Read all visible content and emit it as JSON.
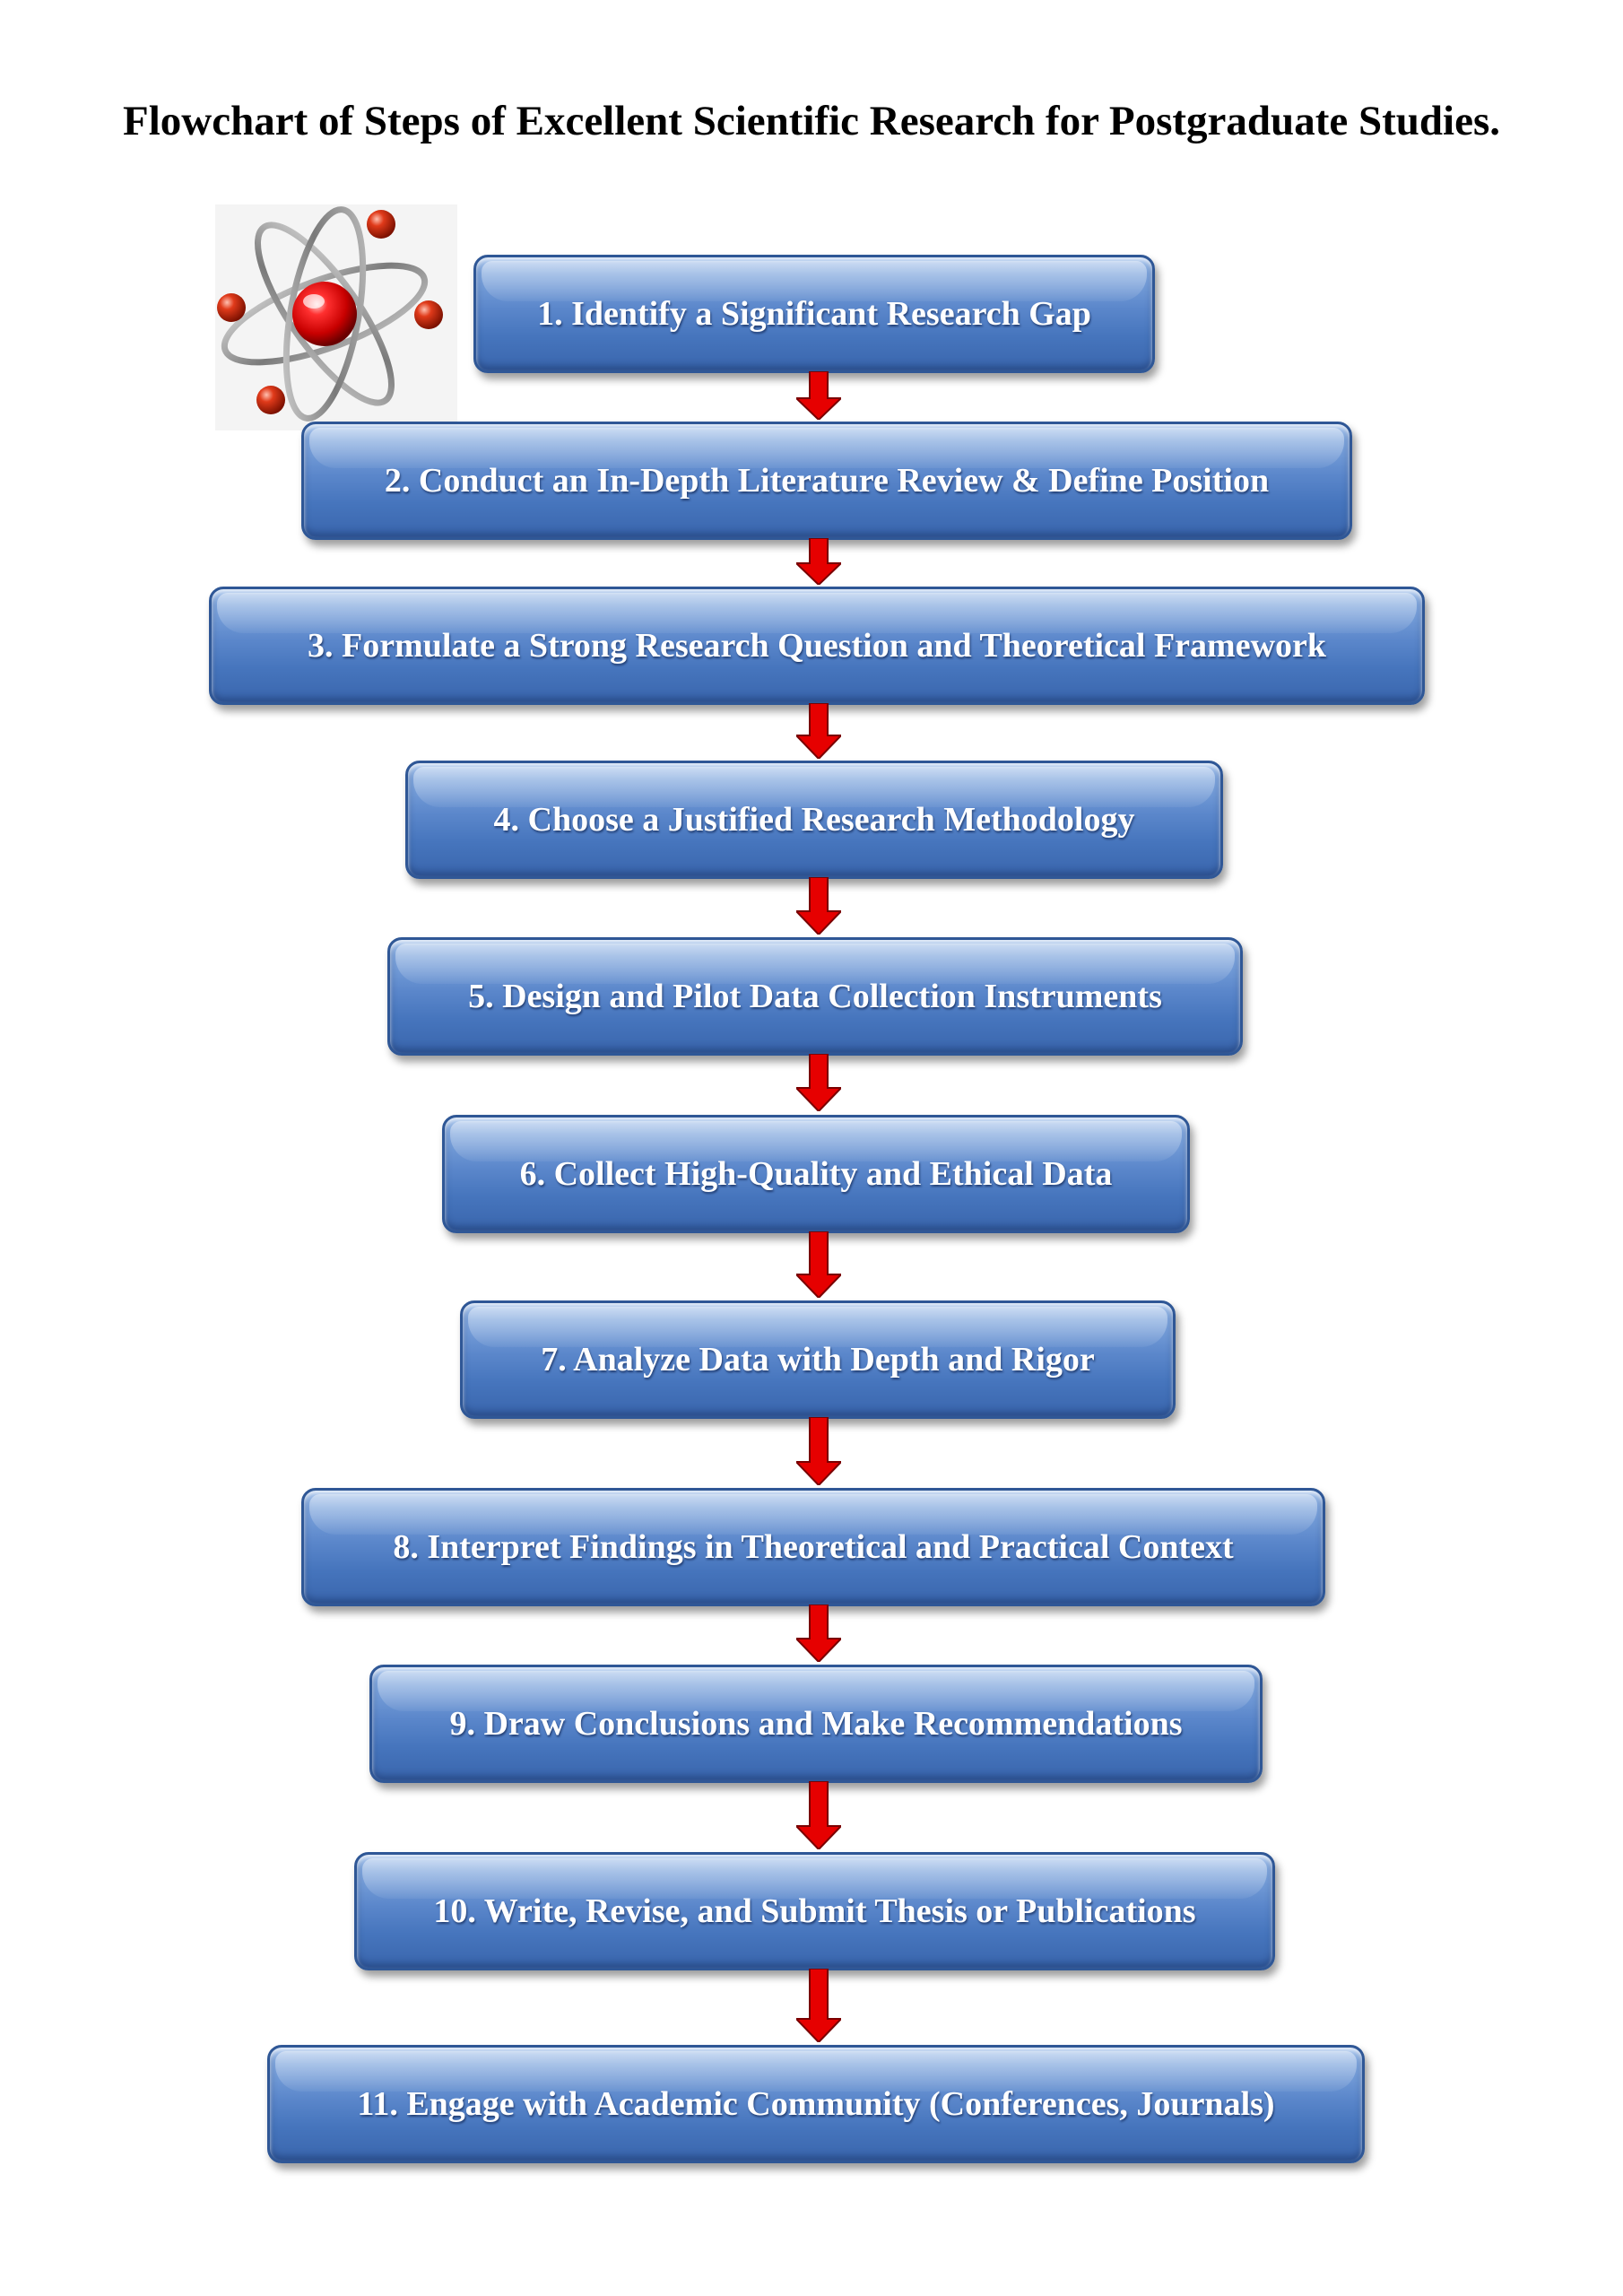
{
  "title": "Flowchart of Steps of Excellent Scientific Research for Postgraduate Studies.",
  "colors": {
    "box_fill": "#5b87cb",
    "box_border": "#2f5796",
    "box_text": "#ffffff",
    "arrow": "#e60000",
    "title_text": "#000000"
  },
  "logo": {
    "icon": "atom-icon",
    "nucleus_color": "#e01010",
    "orbit_color": "#8a8a8a"
  },
  "steps": [
    {
      "label": "1. Identify a Significant Research Gap"
    },
    {
      "label": "2. Conduct an In-Depth Literature Review & Define Position"
    },
    {
      "label": "3. Formulate a Strong Research Question and Theoretical Framework"
    },
    {
      "label": "4. Choose a Justified Research Methodology"
    },
    {
      "label": "5. Design and Pilot Data Collection Instruments"
    },
    {
      "label": "6. Collect High-Quality and Ethical Data"
    },
    {
      "label": "7. Analyze Data with Depth and Rigor"
    },
    {
      "label": "8. Interpret Findings in Theoretical and Practical Context"
    },
    {
      "label": "9. Draw Conclusions and Make Recommendations"
    },
    {
      "label": "10. Write, Revise, and Submit Thesis or Publications"
    },
    {
      "label": "11. Engage with Academic Community (Conferences, Journals)"
    }
  ]
}
